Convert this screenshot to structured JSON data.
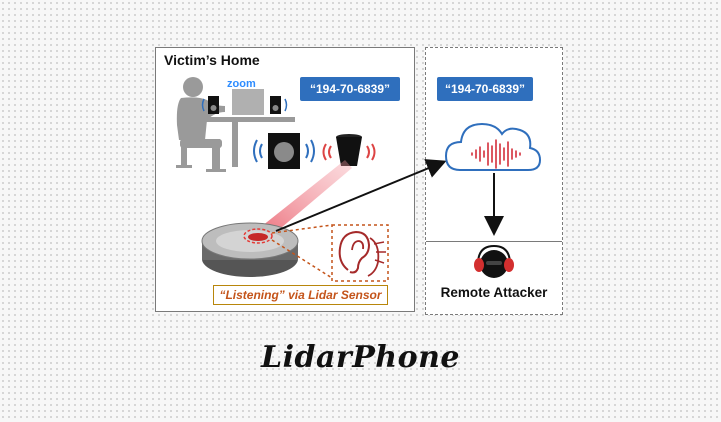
{
  "home": {
    "title": "Victim’s Home",
    "zoom_logo": "zoom",
    "quote": "“194-70-6839”"
  },
  "remote": {
    "quote": "“194-70-6839”",
    "attacker_label": "Remote Attacker"
  },
  "caption": "“Listening” via Lidar Sensor",
  "main_title": "LidarPhone",
  "icons": {
    "person": "person-at-desk-icon",
    "speaker": "speaker-icon",
    "trash": "trash-can-icon",
    "robot": "robot-vacuum-icon",
    "cloud": "cloud-icon",
    "attacker": "hacker-headphones-icon"
  },
  "colors": {
    "bubble": "#2f6fbd",
    "laser": "#e64b5a",
    "caption_border": "#b8860b",
    "caption_text": "#c4541a"
  }
}
